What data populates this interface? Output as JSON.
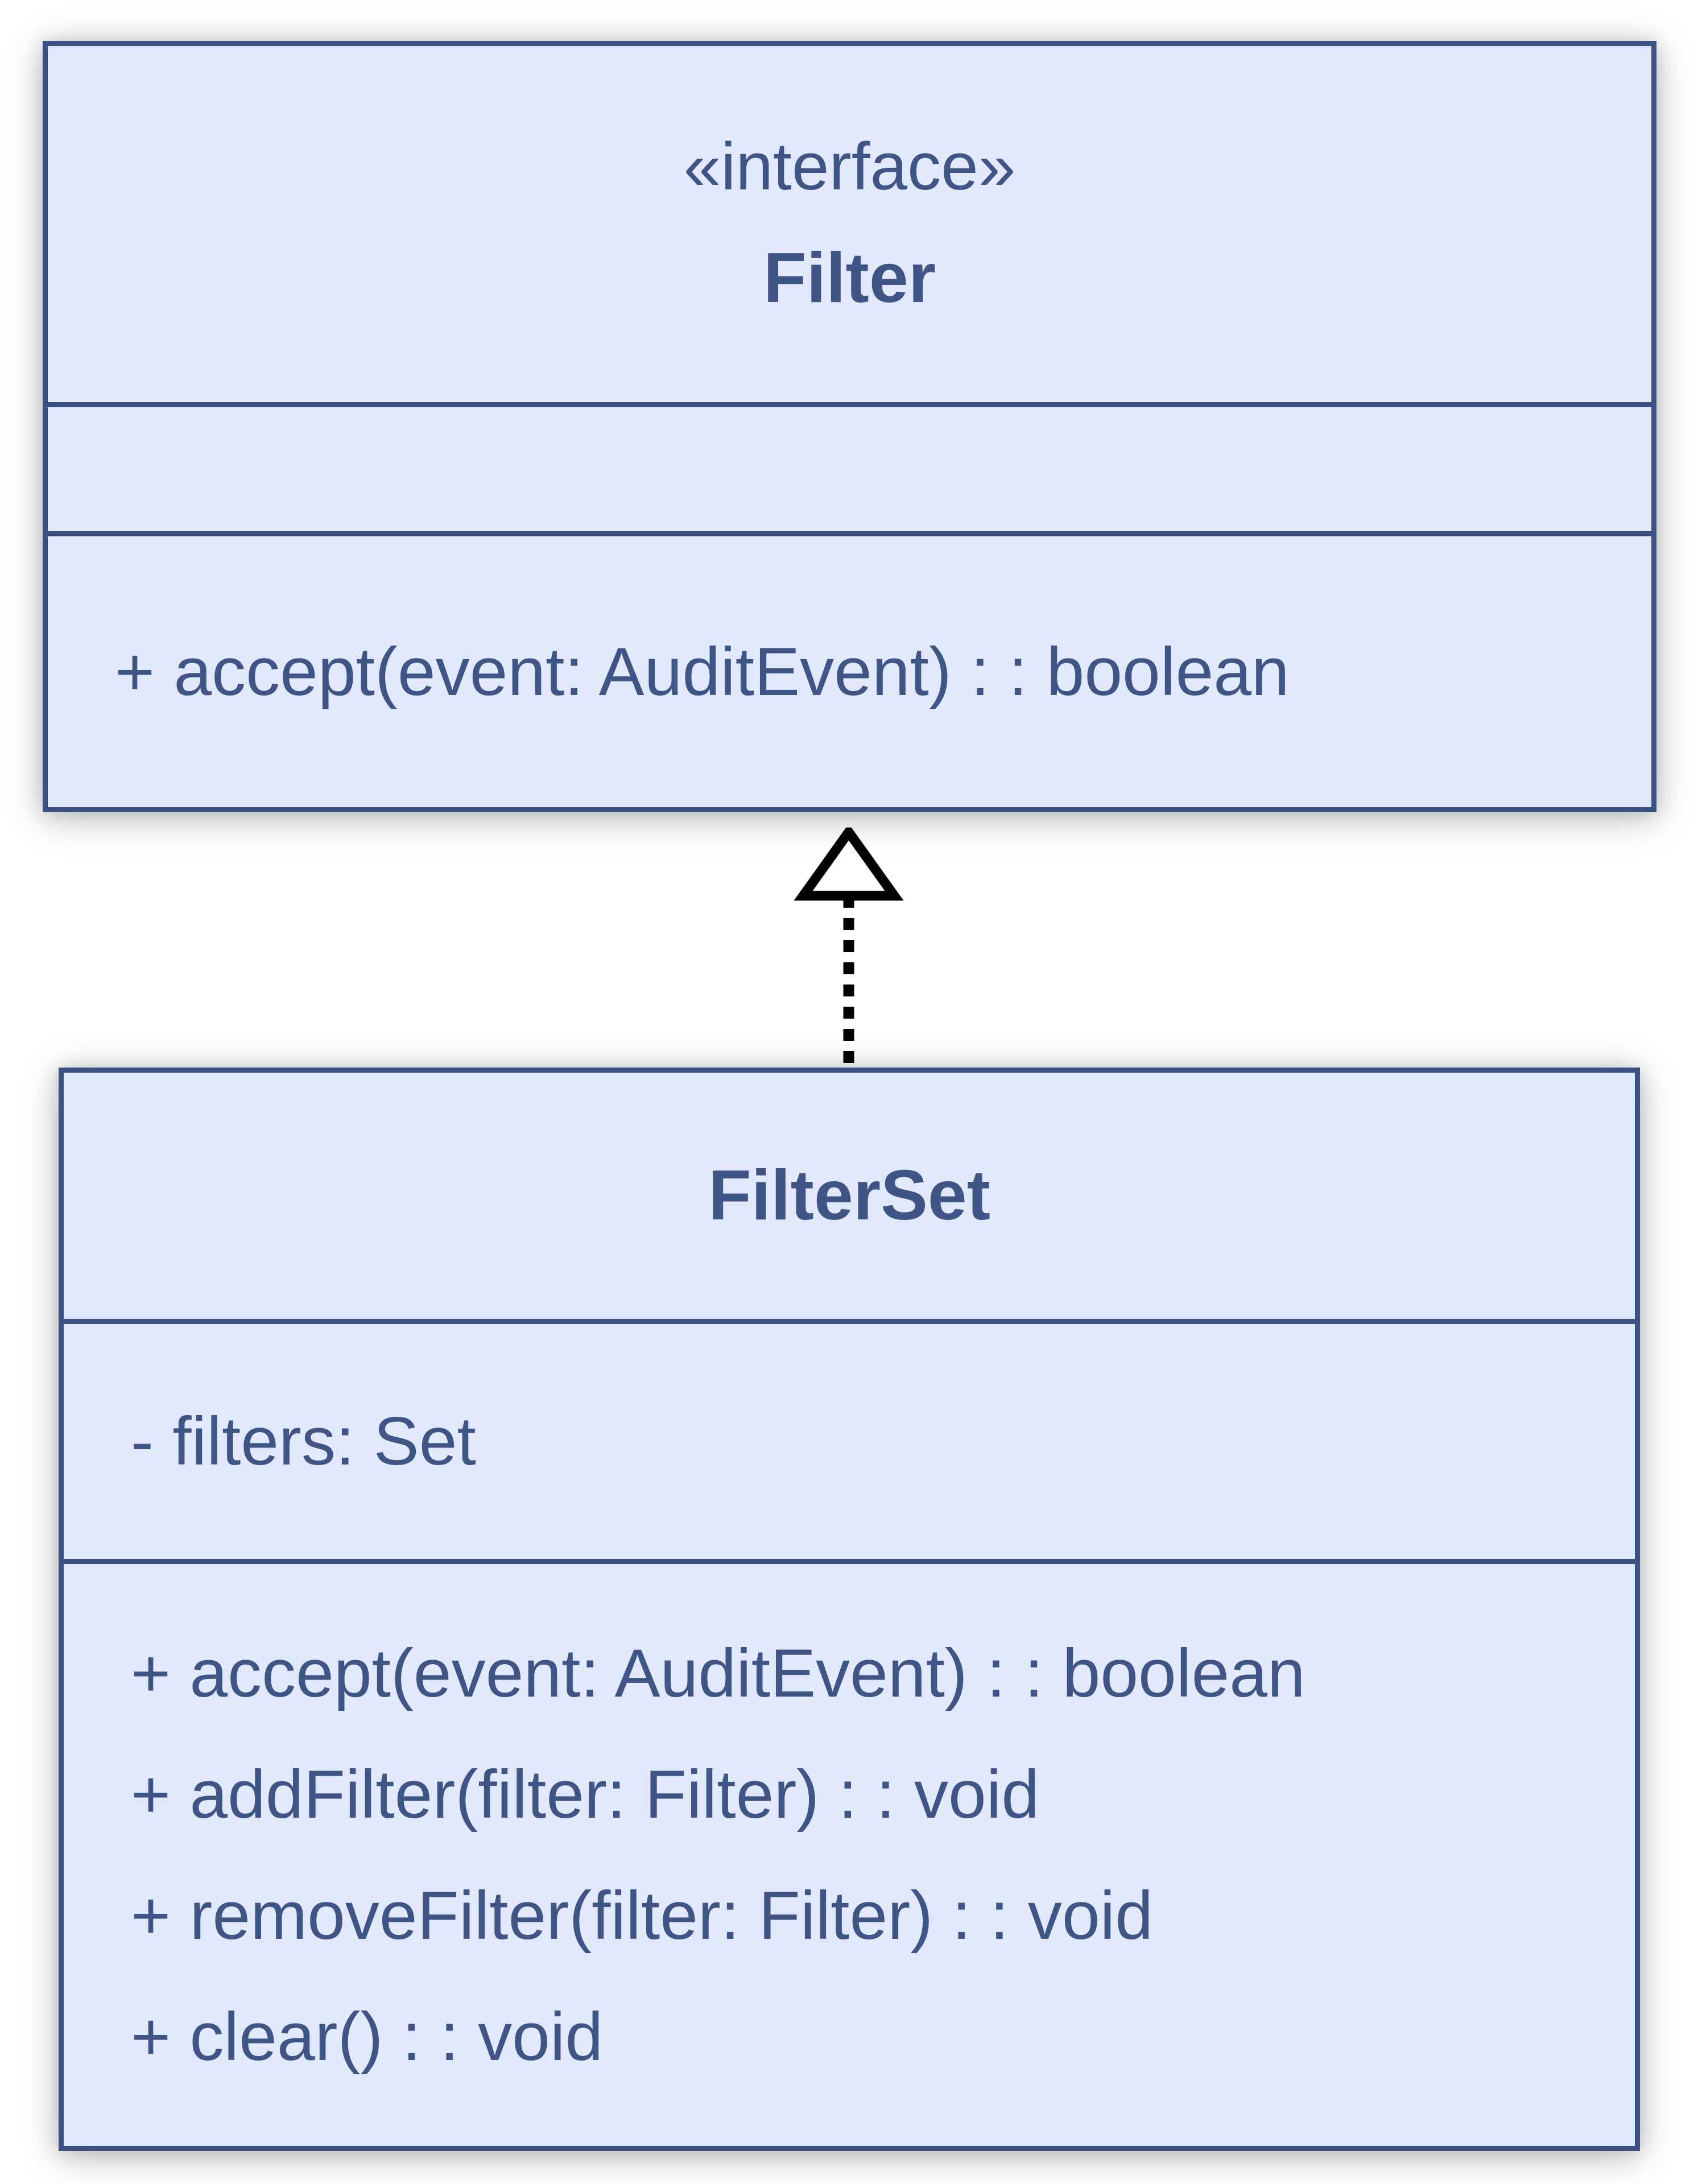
{
  "interface_class": {
    "stereotype": "«interface»",
    "name": "Filter",
    "attributes": [],
    "methods": [
      "+ accept(event: AuditEvent) : : boolean"
    ]
  },
  "concrete_class": {
    "name": "FilterSet",
    "attributes": [
      "- filters: Set"
    ],
    "methods": [
      "+ accept(event: AuditEvent) : : boolean",
      "+ addFilter(filter: Filter) : : void",
      "+ removeFilter(filter: Filter) : : void",
      "+ clear() : : void"
    ]
  },
  "relationship": {
    "type": "realization",
    "from": "FilterSet",
    "to": "Filter"
  },
  "colors": {
    "box_fill": "#e2e9fc",
    "box_border": "#3a5181",
    "text": "#3e5585",
    "arrow": "#000000",
    "background": "#ffffff"
  }
}
